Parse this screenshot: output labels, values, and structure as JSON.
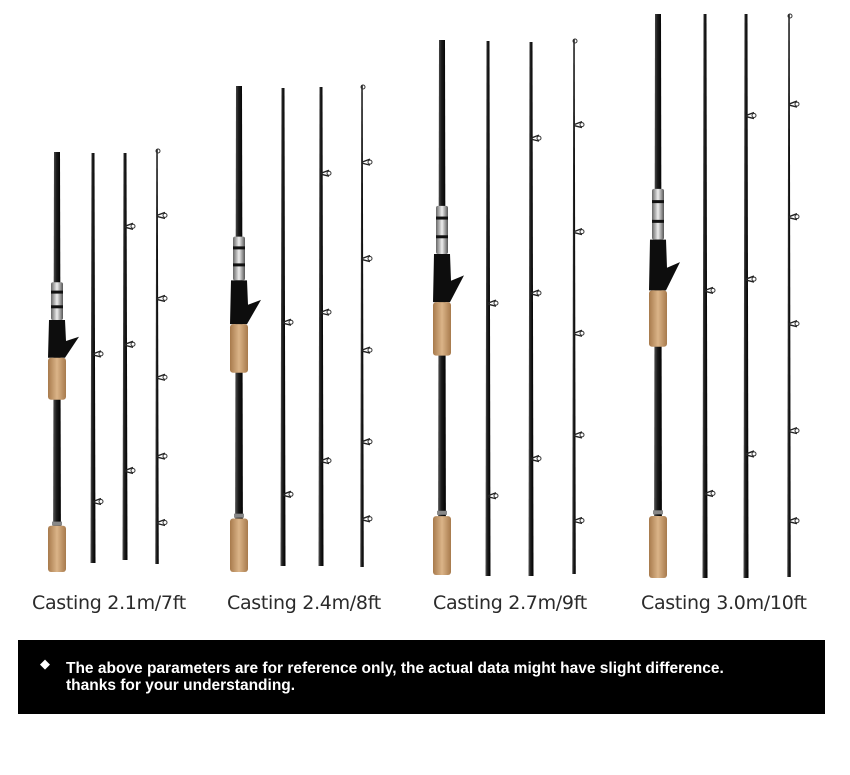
{
  "products": [
    {
      "label": "Casting 2.1m/7ft"
    },
    {
      "label": "Casting 2.4m/8ft"
    },
    {
      "label": "Casting 2.7m/9ft"
    },
    {
      "label": "Casting 3.0m/10ft"
    }
  ],
  "notice": {
    "bullet_icon": "diamond-bullet-icon",
    "line1": "The above parameters are for reference only, the actual data might have slight difference.",
    "line2": "thanks for your understanding."
  },
  "colors": {
    "rod_blank": "#1c1c1c",
    "cork": "#c9a176",
    "reel_seat": "#111111",
    "notice_bg": "#000000",
    "notice_text": "#ffffff"
  }
}
